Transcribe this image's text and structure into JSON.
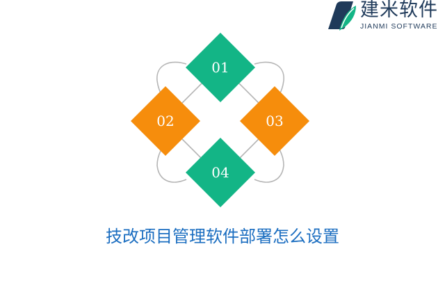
{
  "logo": {
    "name_cn": "建米软件",
    "name_en": "JIANMI SOFTWARE",
    "icon": "jianmi-leaf-logo"
  },
  "diagram": {
    "items": [
      {
        "label": "01",
        "color": "#13b586"
      },
      {
        "label": "02",
        "color": "#f68d0c"
      },
      {
        "label": "03",
        "color": "#f68d0c"
      },
      {
        "label": "04",
        "color": "#13b586"
      }
    ],
    "ring_color": "#b5b5b5"
  },
  "title": "技改项目管理软件部署怎么设置",
  "colors": {
    "green": "#13b586",
    "orange": "#f68d0c",
    "title": "#1a6dc0",
    "logo": "#1f3a5a"
  }
}
